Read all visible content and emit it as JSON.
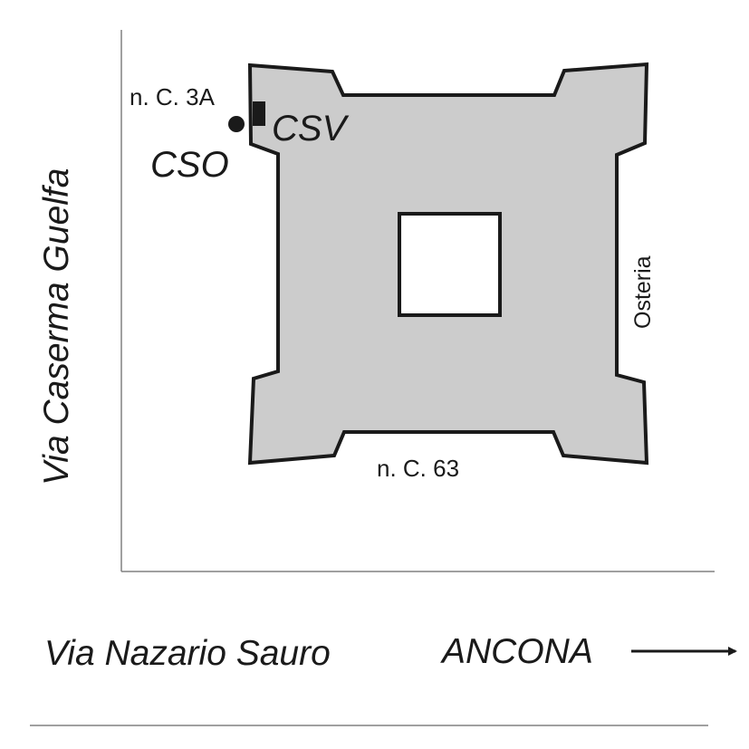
{
  "streets": {
    "west": "Via Caserma Guelfa",
    "south": "Via Nazario Sauro",
    "direction": "ANCONA"
  },
  "building": {
    "north_corner_label": "n. C. 3A",
    "south_label": "n. C. 63",
    "east_label": "Osteria"
  },
  "markers": {
    "square_label": "CSV",
    "dot_label": "CSO"
  },
  "colors": {
    "building_fill": "#cccccc",
    "outline": "#1a1a1a",
    "axis_line": "#808080"
  },
  "icons": {
    "direction": "right-arrow-icon",
    "square_marker": "square-marker-icon",
    "dot_marker": "dot-marker-icon"
  }
}
